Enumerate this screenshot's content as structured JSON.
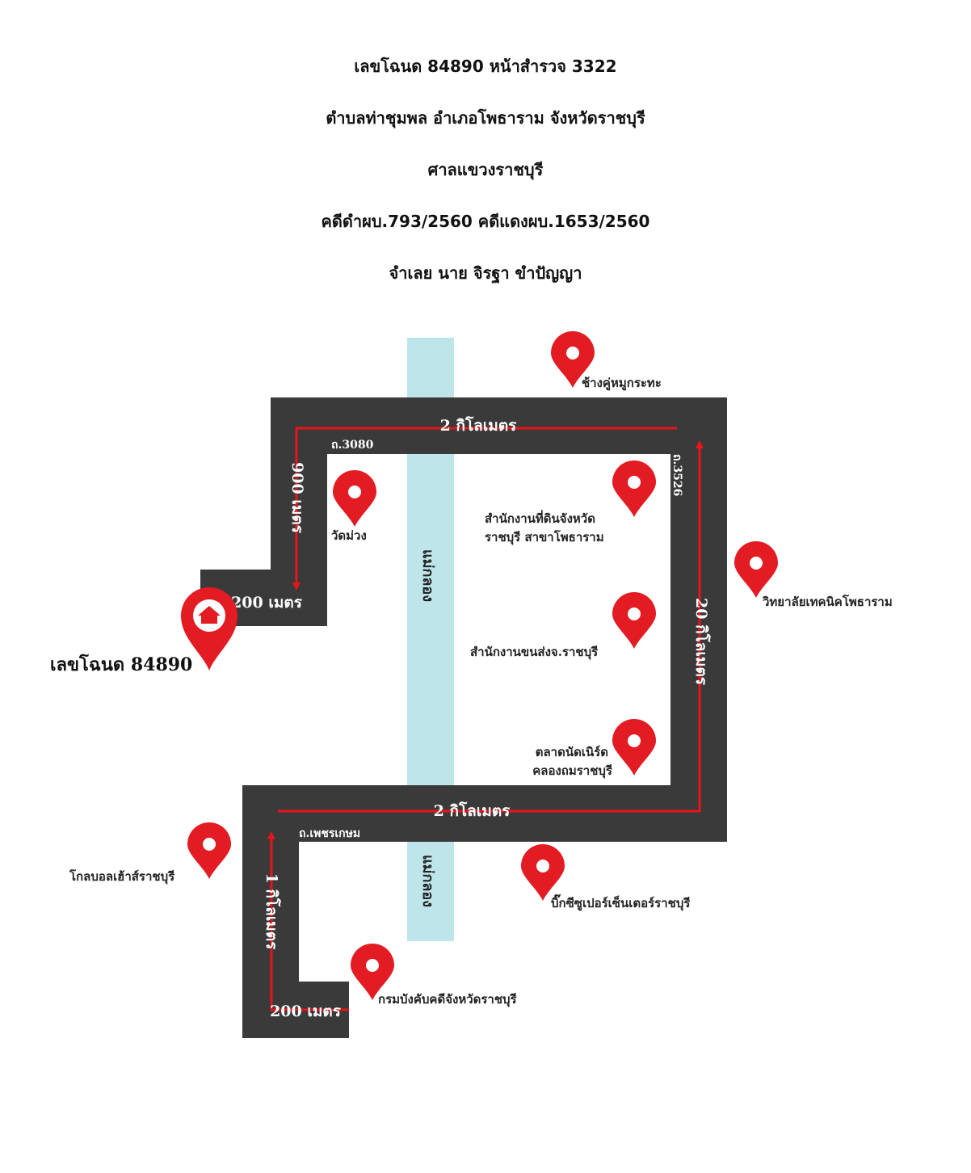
{
  "header": {
    "lines": [
      "เลขโฉนด 84890 หน้าสำรวจ 3322",
      "ตำบลท่าชุมพล อำเภอโพธาราม จังหวัดราชบุรี",
      "ศาลแขวงราชบุรี",
      "คดีดำผบ.793/2560 คดีแดงผบ.1653/2560",
      "จำเลย นาย จิรฐา ขำปัญญา"
    ]
  },
  "map": {
    "colors": {
      "road": "#3a3a3a",
      "route": "#e8141b",
      "river": "#bde5ea",
      "pin": "#e31b23"
    },
    "river_labels": {
      "upper": "แม่กลอง",
      "lower": "แม่กลอง"
    },
    "road_names": {
      "top": "ถ.3080",
      "right": "ถ.3526",
      "bottom": "ถ.เพชรเกษม"
    },
    "distances": {
      "top": "2 กิโลเมตร",
      "left_vertical": "900 เมตร",
      "house_stub": "200 เมตร",
      "right_vertical": "20 กิโลเมตร",
      "bottom": "2 กิโลเมตร",
      "lower_vertical": "1 กิโลเมตร",
      "lower_stub": "200 เมตร"
    },
    "property": {
      "label": "เลขโฉนด 84890",
      "icon": "home-icon"
    },
    "landmarks": {
      "chang_ku": "ช้างคู่หมูกระทะ",
      "wat_muang": "วัดม่วง",
      "land_office_1": "สำนักงานที่ดินจังหวัด",
      "land_office_2": "ราชบุรี สาขาโพธาราม",
      "tech_college": "วิทยาลัยเทคนิคโพธาราม",
      "transport_office": "สำนักงานขนส่งจ.ราชบุรี",
      "market_1": "ตลาดนัดเนิร์ด",
      "market_2": "คลองถมราชบุรี",
      "goal_house": "โกลบอลเฮ้าส์ราชบุรี",
      "big_c": "บิ๊กซีซูเปอร์เซ็นเตอร์ราชบุรี",
      "enforcement": "กรมบังคับคดีจังหวัดราชบุรี"
    }
  }
}
